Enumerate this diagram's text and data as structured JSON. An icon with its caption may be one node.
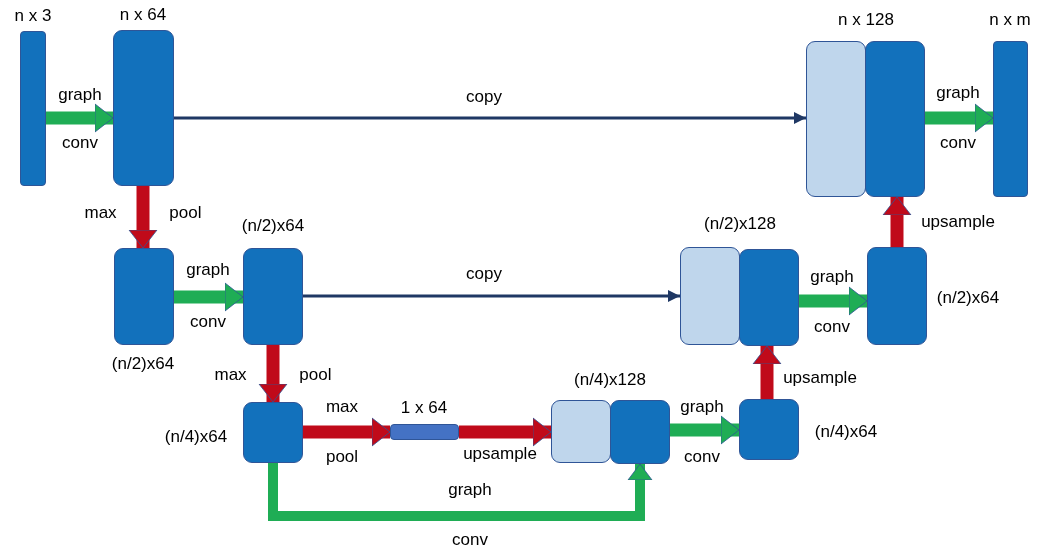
{
  "diagram": {
    "nodes": [
      {
        "text": [],
        "shape": "bar",
        "beside": [
          "n x 3"
        ]
      },
      {
        "text": [],
        "shape": "box",
        "beside": [
          "n x 64"
        ]
      },
      {
        "text": [],
        "shape": "box",
        "beside": [
          "n x 128"
        ]
      },
      {
        "text": [],
        "shape": "box"
      },
      {
        "text": [],
        "shape": "bar",
        "beside": [
          "n x m"
        ]
      },
      {
        "text": [],
        "shape": "box",
        "beside": [
          "(n/2)x64"
        ]
      },
      {
        "text": [],
        "shape": "box",
        "beside": [
          "(n/2)x64"
        ]
      },
      {
        "text": [],
        "shape": "box",
        "beside": [
          "(n/2)x128"
        ]
      },
      {
        "text": [],
        "shape": "box"
      },
      {
        "text": [],
        "shape": "box",
        "beside": [
          "(n/2)x64"
        ]
      },
      {
        "text": [],
        "shape": "box",
        "beside": [
          "(n/4)x64"
        ]
      },
      {
        "text": [],
        "shape": "bar",
        "beside": [
          "1 x 64"
        ]
      },
      {
        "text": [],
        "shape": "box",
        "beside": [
          "(n/4)x128"
        ]
      },
      {
        "text": [],
        "shape": "box"
      },
      {
        "text": [],
        "shape": "box",
        "beside": [
          "(n/4)x64"
        ]
      }
    ],
    "edges": [
      {
        "from": 0,
        "to": 1,
        "arrow": "to",
        "label": "graph conv",
        "color": "#1fad55"
      },
      {
        "from": 1,
        "to": 2,
        "arrow": "to",
        "label": "copy",
        "color": "#1f3864"
      },
      {
        "from": 3,
        "to": 4,
        "arrow": "to",
        "label": "graph conv",
        "color": "#1fad55"
      },
      {
        "from": 1,
        "to": 5,
        "arrow": "to",
        "label": "max pool",
        "color": "#c00a1a"
      },
      {
        "from": 5,
        "to": 6,
        "arrow": "to",
        "label": "graph conv",
        "color": "#1fad55"
      },
      {
        "from": 6,
        "to": 7,
        "arrow": "to",
        "label": "copy",
        "color": "#1f3864"
      },
      {
        "from": 8,
        "to": 9,
        "arrow": "to",
        "label": "graph conv",
        "color": "#1fad55"
      },
      {
        "from": 9,
        "to": 3,
        "arrow": "to",
        "label": "upsample",
        "color": "#c00a1a"
      },
      {
        "from": 6,
        "to": 10,
        "arrow": "to",
        "label": "max pool",
        "color": "#c00a1a"
      },
      {
        "from": 10,
        "to": 11,
        "arrow": "to",
        "label": "max pool",
        "color": "#c00a1a"
      },
      {
        "from": 11,
        "to": 12,
        "arrow": "to",
        "label": "upsample",
        "color": "#c00a1a"
      },
      {
        "from": 13,
        "to": 14,
        "arrow": "to",
        "label": "graph conv",
        "color": "#1fad55"
      },
      {
        "from": 14,
        "to": 8,
        "arrow": "to",
        "label": "upsample",
        "color": "#c00a1a"
      },
      {
        "from": 10,
        "to": 13,
        "arrow": "to",
        "label": "graph conv",
        "color": "#1fad55"
      }
    ]
  }
}
